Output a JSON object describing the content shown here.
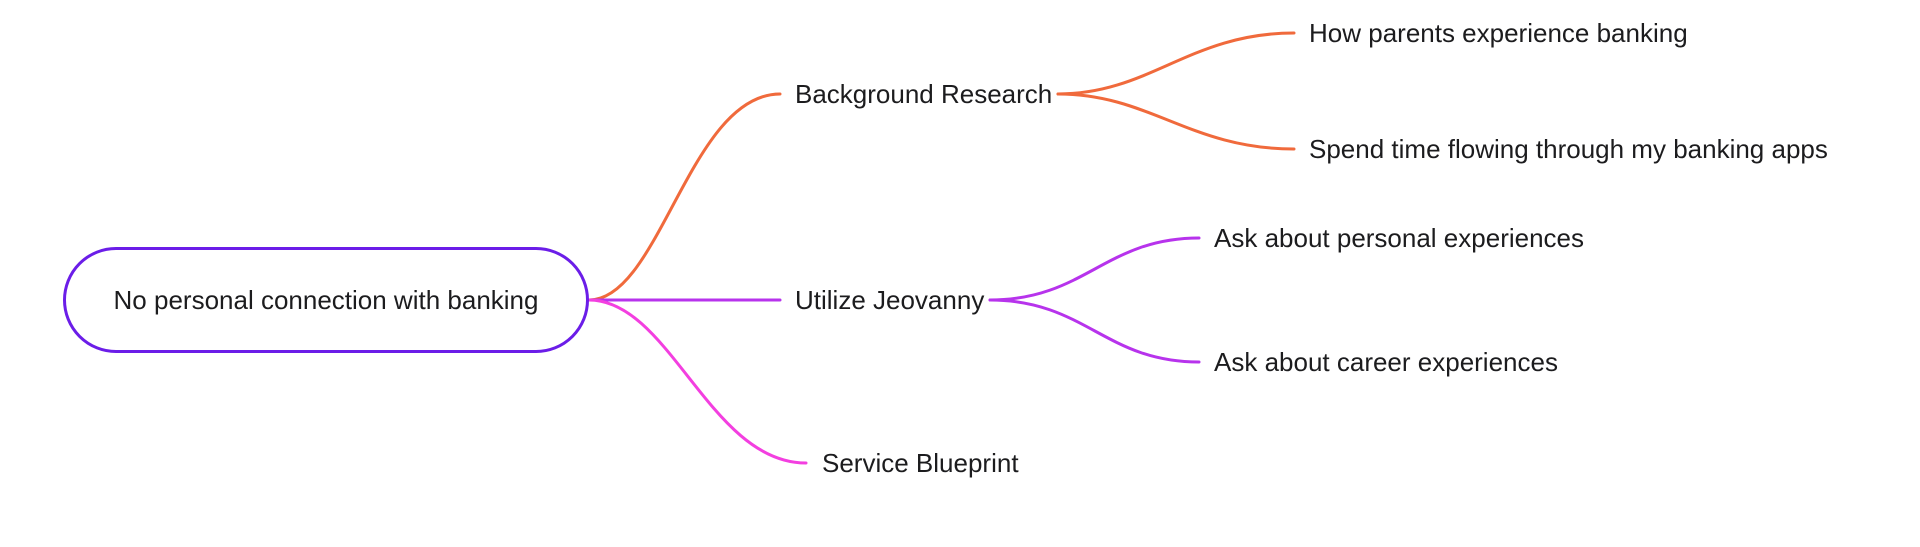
{
  "mindmap": {
    "root": {
      "label": "No personal connection with banking",
      "color": "#6b1de8"
    },
    "branches": [
      {
        "label": "Background Research",
        "color": "#f06a3c",
        "children": [
          {
            "label": "How parents experience banking"
          },
          {
            "label": "Spend time flowing through my banking apps"
          }
        ]
      },
      {
        "label": "Utilize Jeovanny",
        "color": "#b733ec",
        "children": [
          {
            "label": "Ask about personal experiences"
          },
          {
            "label": "Ask about career experiences"
          }
        ]
      },
      {
        "label": "Service Blueprint",
        "color": "#f33fe0",
        "children": []
      }
    ]
  }
}
